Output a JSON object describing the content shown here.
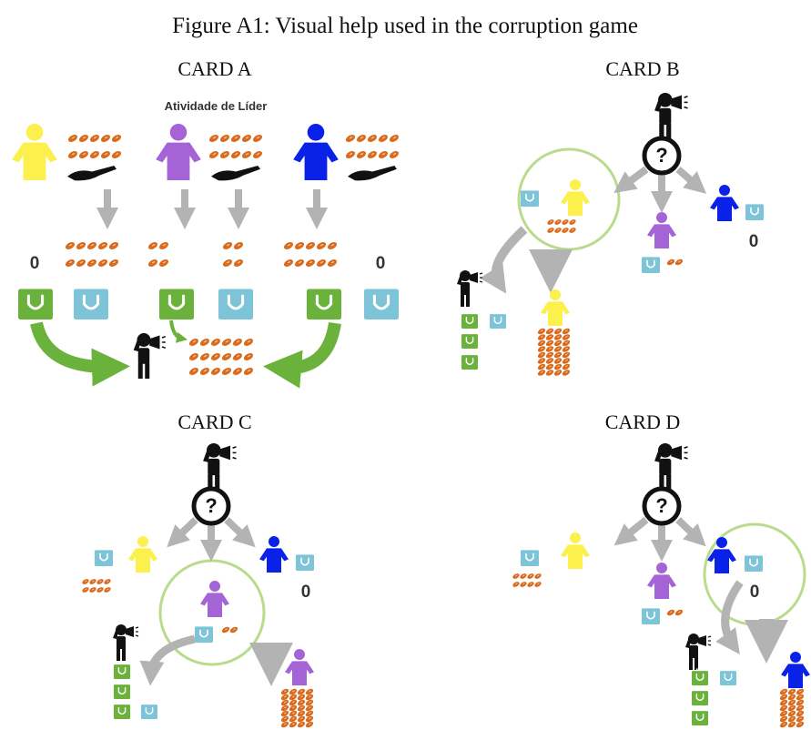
{
  "title": "Figure A1: Visual help used in the corruption game",
  "cards": [
    {
      "label": "CARD A",
      "caption": "Atividade de Líder",
      "zero_left": "0",
      "zero_right": "0"
    },
    {
      "label": "CARD B",
      "zero": "0"
    },
    {
      "label": "CARD C",
      "zero": "0"
    },
    {
      "label": "CARD D",
      "zero": "0"
    }
  ],
  "question_mark": "?",
  "colors": {
    "yellow": "#fbf04c",
    "purple": "#a564d6",
    "blue": "#0a22e8",
    "bean": "#d96a1e",
    "bag_green": "#6ab23c",
    "bag_blue": "#7ec4d8",
    "arrow_gray": "#b3b3b3",
    "arrow_green": "#6ab23c",
    "circle": "#b8dc8c",
    "leader": "#111111"
  },
  "icons": [
    "person-icon",
    "leader-megaphone-icon",
    "bean-icon",
    "bag-icon",
    "open-hand-icon",
    "question-icon",
    "arrow-icon"
  ]
}
